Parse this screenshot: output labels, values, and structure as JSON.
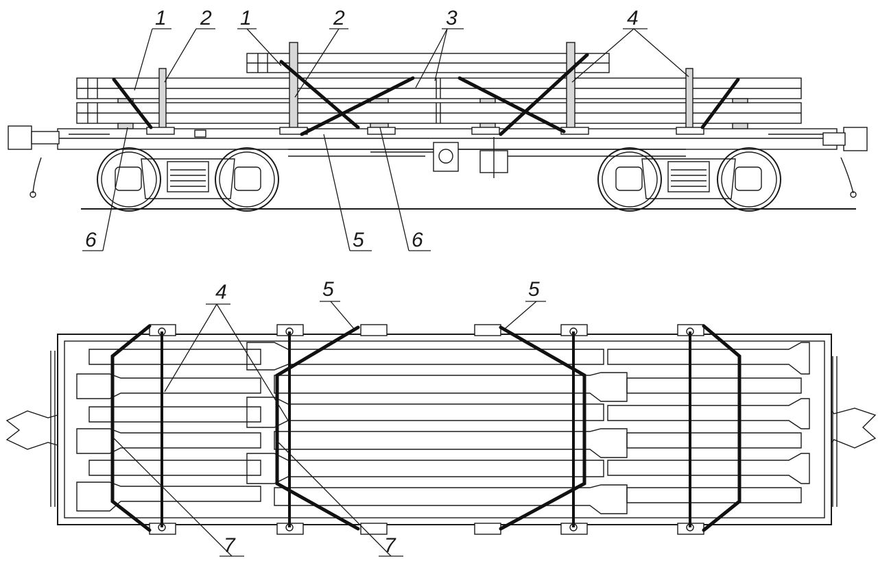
{
  "figure": {
    "side_view_labels": [
      "1",
      "2",
      "1",
      "2",
      "3",
      "4",
      "6",
      "5",
      "6"
    ],
    "top_view_labels": [
      "4",
      "5",
      "5",
      "7",
      "7"
    ]
  },
  "legend_numbers": {
    "n1": "1",
    "n2": "2",
    "n3": "3",
    "n4": "4",
    "n5": "5",
    "n6": "6",
    "n7": "7"
  }
}
